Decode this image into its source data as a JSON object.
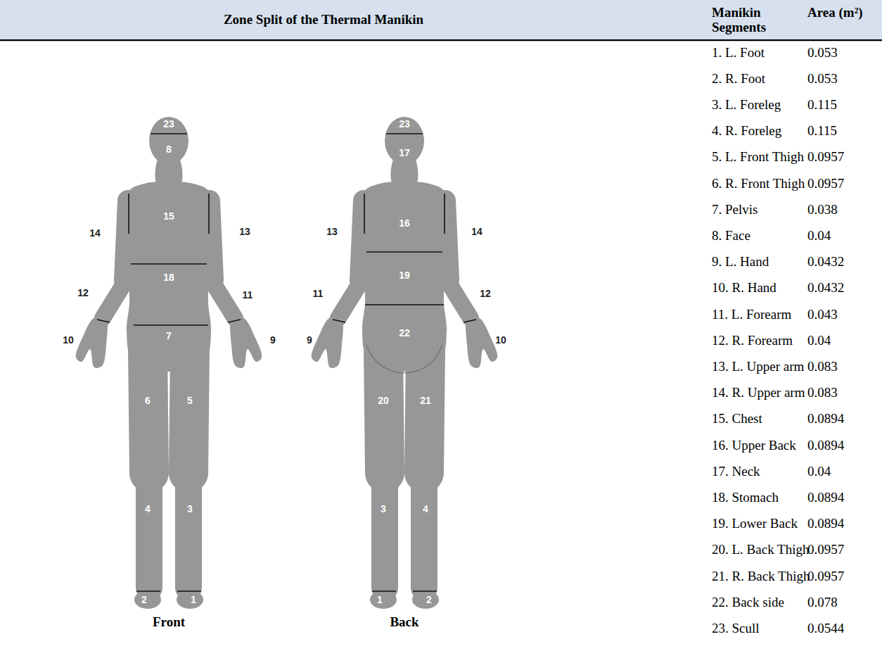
{
  "diagram": {
    "nodes": [
      {
        "text": [
          "Zone Split of the Thermal Manikin",
          "Manikin Segments",
          "Area (m²)"
        ]
      }
    ],
    "labels": [
      "23",
      "8",
      "15",
      "14",
      "13",
      "18",
      "12",
      "11",
      "10",
      "7",
      "9",
      "6",
      "5",
      "4",
      "3",
      "2",
      "1",
      "Front",
      "23",
      "17",
      "16",
      "13",
      "14",
      "19",
      "11",
      "12",
      "9",
      "22",
      "10",
      "20",
      "21",
      "3",
      "4",
      "1",
      "2",
      "Back",
      "1. L. Foot",
      "0.053",
      "2. R. Foot",
      "0.053",
      "3. L. Foreleg",
      "0.115",
      "4. R. Foreleg",
      "0.115",
      "5. L. Front Thigh",
      "0.0957",
      "6. R. Front Thigh",
      "0.0957",
      "7. Pelvis",
      "0.038",
      "8. Face",
      "0.04",
      "9. L. Hand",
      "0.0432",
      "10. R. Hand",
      "0.0432",
      "11. L. Forearm",
      "0.043",
      "12. R. Forearm",
      "0.04",
      "13. L. Upper arm",
      "0.083",
      "14. R. Upper arm",
      "0.083",
      "15. Chest",
      "0.0894",
      "16. Upper Back",
      "0.0894",
      "17. Neck",
      "0.04",
      "18. Stomach",
      "0.0894",
      "19. Lower Back",
      "0.0894",
      "20. L. Back Thigh",
      "0.0957",
      "21. R. Back Thigh",
      "0.0957",
      "22. Back side",
      "0.078",
      "23. Scull",
      "0.0544"
    ]
  }
}
